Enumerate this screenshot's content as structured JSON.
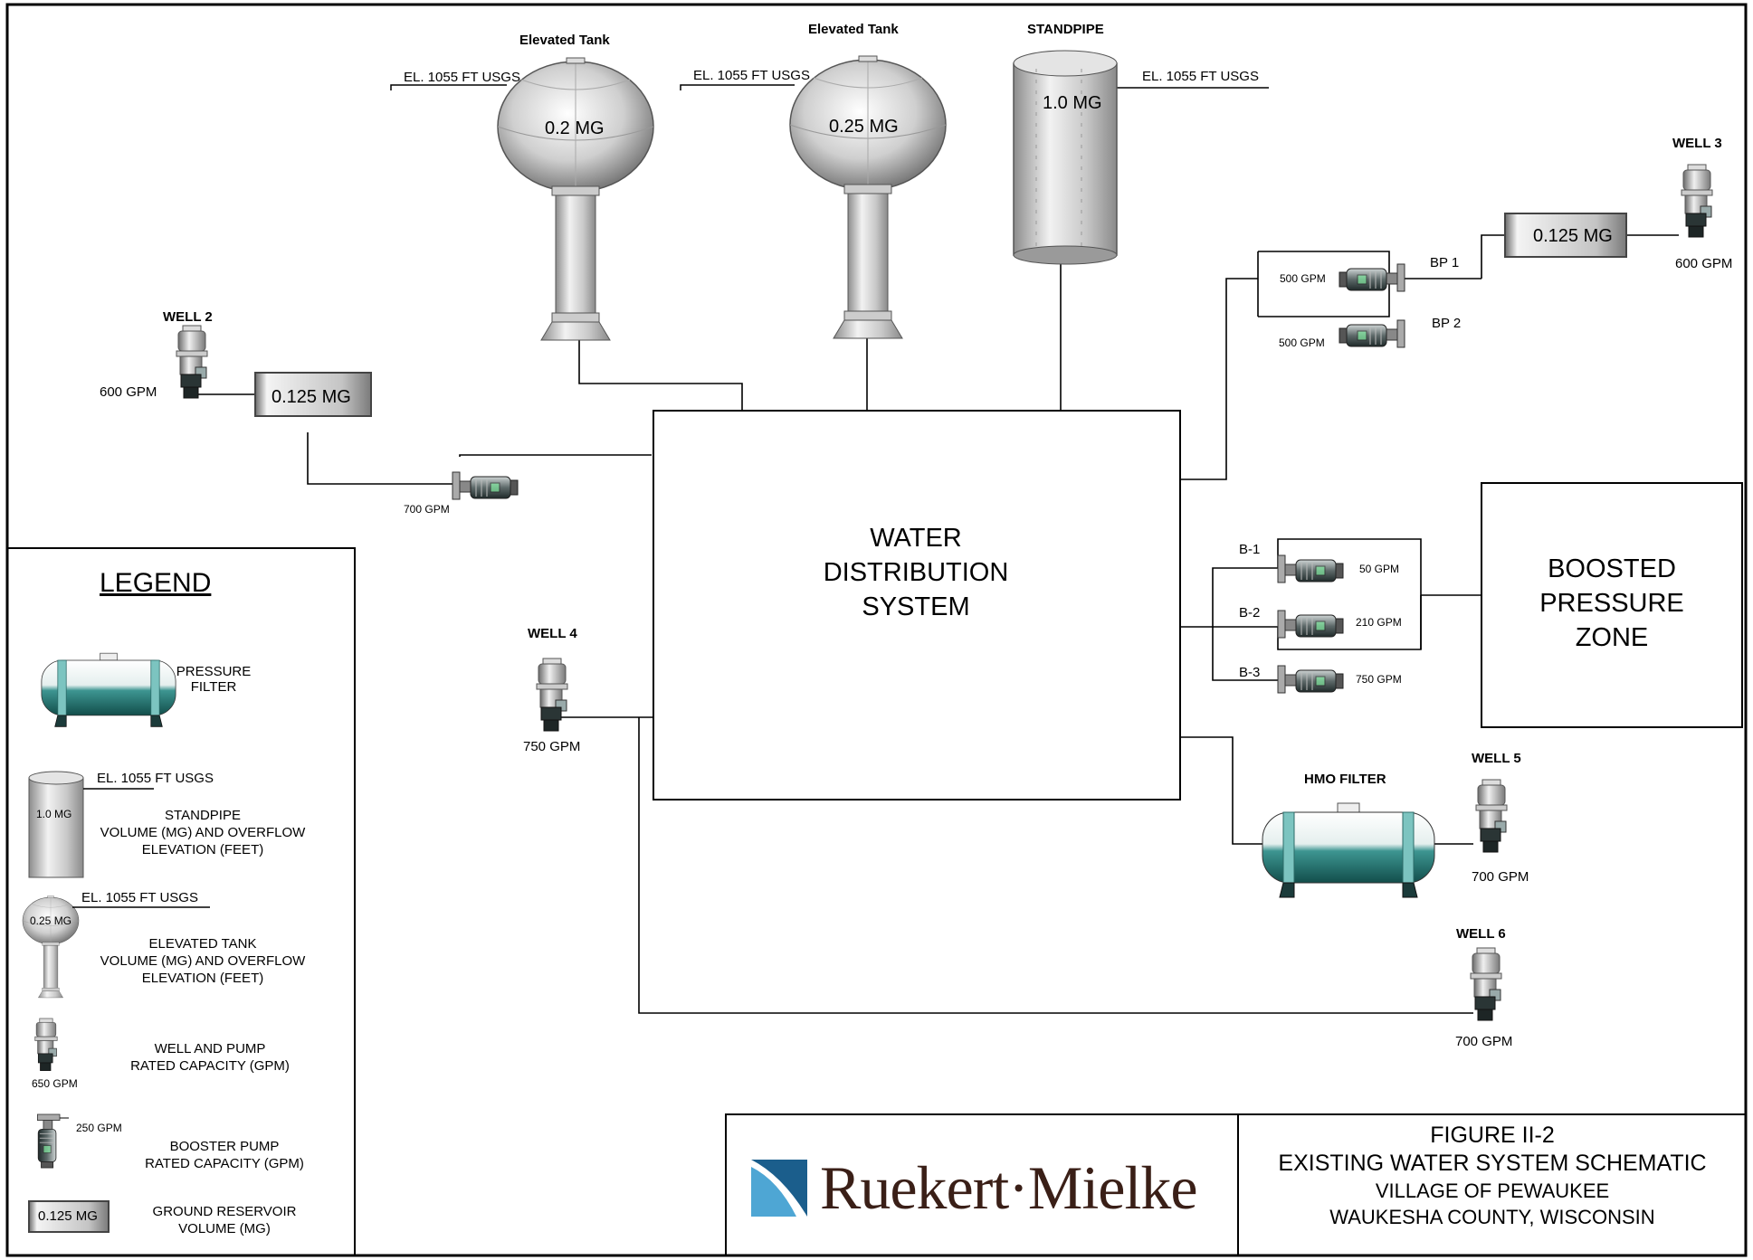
{
  "tanks": {
    "elevated_left": {
      "title": "Elevated Tank",
      "elevation": "EL. 1055 FT USGS",
      "volume": "0.2 MG"
    },
    "elevated_right": {
      "title": "Elevated Tank",
      "elevation": "EL. 1055 FT USGS",
      "volume": "0.25 MG"
    },
    "standpipe": {
      "title": "STANDPIPE",
      "elevation": "EL. 1055 FT USGS",
      "volume": "1.0 MG"
    }
  },
  "wells": {
    "well2": {
      "name": "WELL 2",
      "capacity": "600 GPM",
      "reservoir": "0.125 MG",
      "pump": "700 GPM"
    },
    "well3": {
      "name": "WELL 3",
      "capacity": "600 GPM",
      "reservoir": "0.125 MG"
    },
    "well4": {
      "name": "WELL 4",
      "capacity": "750 GPM"
    },
    "well5": {
      "name": "WELL 5",
      "capacity": "700 GPM",
      "filter": "HMO FILTER"
    },
    "well6": {
      "name": "WELL 6",
      "capacity": "700 GPM"
    }
  },
  "booster_pumps_upper": [
    {
      "name": "BP 1",
      "capacity": "500 GPM"
    },
    {
      "name": "BP 2",
      "capacity": "500 GPM"
    }
  ],
  "booster_pumps_lower": [
    {
      "name": "B-1",
      "capacity": "50 GPM"
    },
    {
      "name": "B-2",
      "capacity": "210 GPM"
    },
    {
      "name": "B-3",
      "capacity": "750 GPM"
    }
  ],
  "distribution": {
    "line1": "WATER",
    "line2": "DISTRIBUTION",
    "line3": "SYSTEM"
  },
  "boosted_zone": {
    "line1": "BOOSTED",
    "line2": "PRESSURE",
    "line3": "ZONE"
  },
  "legend": {
    "title": "LEGEND",
    "pressure_filter": {
      "line1": "PRESSURE",
      "line2": "FILTER"
    },
    "standpipe": {
      "elevation": "EL. 1055 FT USGS",
      "volume": "1.0 MG",
      "line1": "STANDPIPE",
      "line2": "VOLUME (MG) AND OVERFLOW",
      "line3": "ELEVATION (FEET)"
    },
    "elevated_tank": {
      "elevation": "EL. 1055 FT USGS",
      "volume": "0.25 MG",
      "line1": "ELEVATED TANK",
      "line2": "VOLUME (MG) AND OVERFLOW",
      "line3": "ELEVATION (FEET)"
    },
    "well_pump": {
      "capacity": "650 GPM",
      "line1": "WELL AND PUMP",
      "line2": "RATED CAPACITY (GPM)"
    },
    "booster_pump": {
      "capacity": "250 GPM",
      "line1": "BOOSTER PUMP",
      "line2": "RATED CAPACITY (GPM)"
    },
    "ground_reservoir": {
      "volume": "0.125 MG",
      "line1": "GROUND RESERVOIR",
      "line2": "VOLUME (MG)"
    }
  },
  "logo": {
    "text": "Ruekert·Mielke",
    "colors": {
      "blue_dark": "#1b5e8c",
      "blue_light": "#4ea6d4",
      "text": "#3a1f17"
    }
  },
  "title_block": {
    "figure": "FIGURE II-2",
    "title": "EXISTING WATER SYSTEM SCHEMATIC",
    "place": "VILLAGE OF PEWAUKEE",
    "county": "WAUKESHA COUNTY, WISCONSIN"
  },
  "colors": {
    "filter_teal": "#2f8a86",
    "filter_band": "#7cc4c0",
    "metal": "#bdbdbd"
  }
}
